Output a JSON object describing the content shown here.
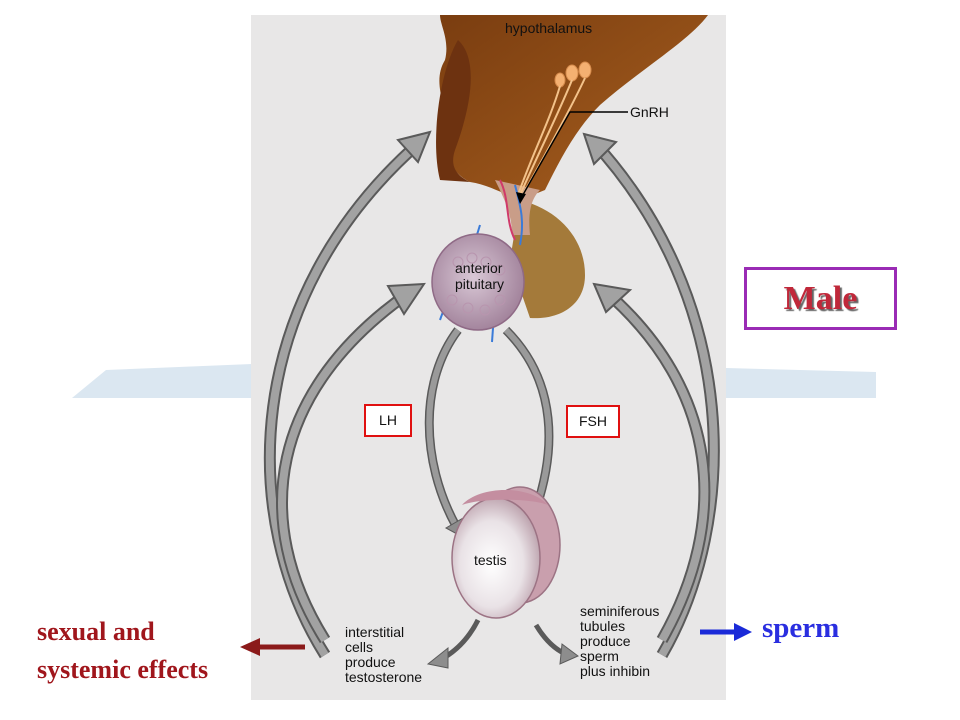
{
  "title": "Male",
  "labels": {
    "hypothalamus": "hypothalamus",
    "gnrh": "GnRH",
    "anterior_pituitary_1": "anterior",
    "anterior_pituitary_2": "pituitary",
    "lh": "LH",
    "fsh": "FSH",
    "testis": "testis",
    "interstitial": [
      "interstitial",
      "cells",
      "produce",
      "testosterone"
    ],
    "seminiferous": [
      "seminiferous",
      "tubules",
      "produce",
      "sperm",
      "plus inhibin"
    ]
  },
  "outputs": {
    "sexual_effects": [
      "sexual and",
      "systemic effects"
    ],
    "sperm": "sperm"
  },
  "colors": {
    "male_border": "#9a2bb5",
    "male_text": "#c0283a",
    "hormone_box": "#e01010",
    "effects_text": "#a0161c",
    "effects_arrow": "#8b1a1a",
    "sperm_text": "#2a2ee0",
    "sperm_arrow": "#1a2ad8",
    "panel": "#e8e7e7",
    "band": "#dbe7f1"
  }
}
